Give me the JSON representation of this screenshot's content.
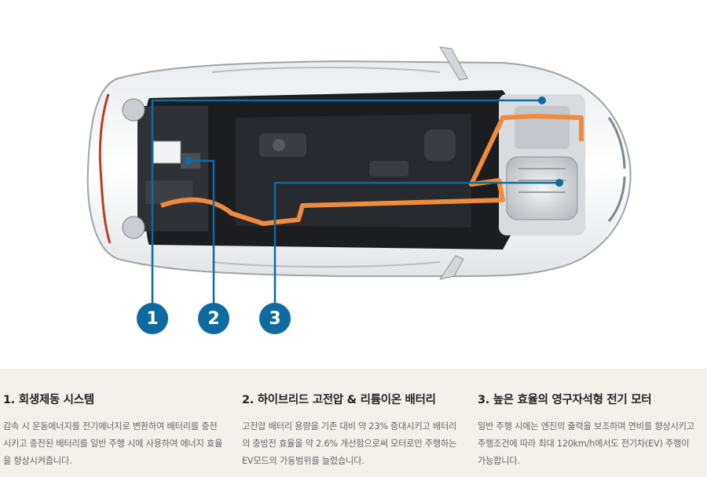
{
  "colors": {
    "accent": "#0f6aa0",
    "cable": "#f08a3c",
    "feature_bg": "#f4f1ed"
  },
  "callouts": [
    "1",
    "2",
    "3"
  ],
  "features": [
    {
      "title": "1. 회생제동 시스템",
      "lines": [
        "감속 시 운동에너지를 전기에너지로 변환하여 배터리를 충전",
        "시키고 충전된 배터리를 일반 주행 시에 사용하여 에너지 효율",
        "을 향상시켜줍니다."
      ]
    },
    {
      "title": "2. 하이브리드 고전압 & 리튬이온 배터리",
      "lines": [
        "고전압 배터리 용량을 기존 대비 약 23% 증대시키고 배터리",
        "의 충방전 효율을 약 2.6% 개선함으로써 모터로만 주행하는",
        "EV모드의 가동범위를 늘렸습니다."
      ]
    },
    {
      "title": "3. 높은 효율의 영구자석형 전기 모터",
      "lines": [
        "일반 주행 시에는 엔진의 출력을 보조하며 연비를 향상시키고",
        "주행조건에 따라 최대 120km/h에서도 전기차(EV) 주행이",
        "가능합니다."
      ]
    }
  ]
}
